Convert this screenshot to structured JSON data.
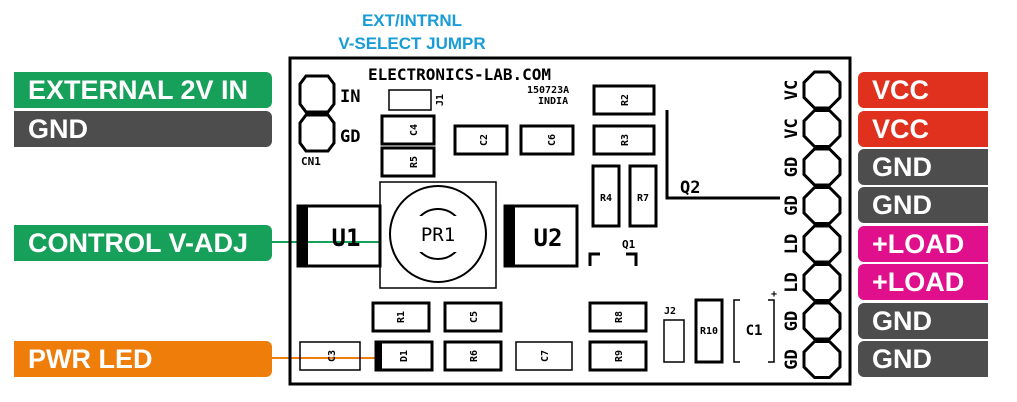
{
  "header": {
    "line1": "EXT/INTRNL",
    "line2": "V-SELECT JUMPR"
  },
  "left_labels": {
    "ext_in": "EXTERNAL 2V IN",
    "gnd": "GND",
    "control": "CONTROL V-ADJ",
    "pwr_led": "PWR LED"
  },
  "right_labels": {
    "vcc1": "VCC",
    "vcc2": "VCC",
    "gnd1": "GND",
    "gnd2": "GND",
    "load1": "+LOAD",
    "load2": "+LOAD",
    "gnd3": "GND",
    "gnd4": "GND"
  },
  "board": {
    "title": "ELECTRONICS-LAB.COM",
    "date": "150723A",
    "country": "INDIA",
    "cn1_in": "IN",
    "cn1_gd": "GD",
    "cn1": "CN1",
    "j1": "J1",
    "j2": "J2",
    "c1": "C1",
    "c1_plus": "+",
    "c2": "C2",
    "c3": "C3",
    "c4": "C4",
    "c5": "C5",
    "c6": "C6",
    "c7": "C7",
    "r1": "R1",
    "r2": "R2",
    "r3": "R3",
    "r4": "R4",
    "r5": "R5",
    "r6": "R6",
    "r7": "R7",
    "r8": "R8",
    "r9": "R9",
    "r10": "R10",
    "d1": "D1",
    "u1": "U1",
    "u2": "U2",
    "pr1": "PR1",
    "q1": "Q1",
    "q2": "Q2",
    "pin_labels": [
      "VC",
      "VC",
      "GD",
      "GD",
      "LD",
      "LD",
      "GD",
      "GD"
    ]
  },
  "colors": {
    "green": "#16a05a",
    "dark": "#4d4d4d",
    "red": "#e0301e",
    "pink": "#e0108c",
    "orange": "#ef7d0a",
    "blue_note": "#1a9cd6"
  }
}
